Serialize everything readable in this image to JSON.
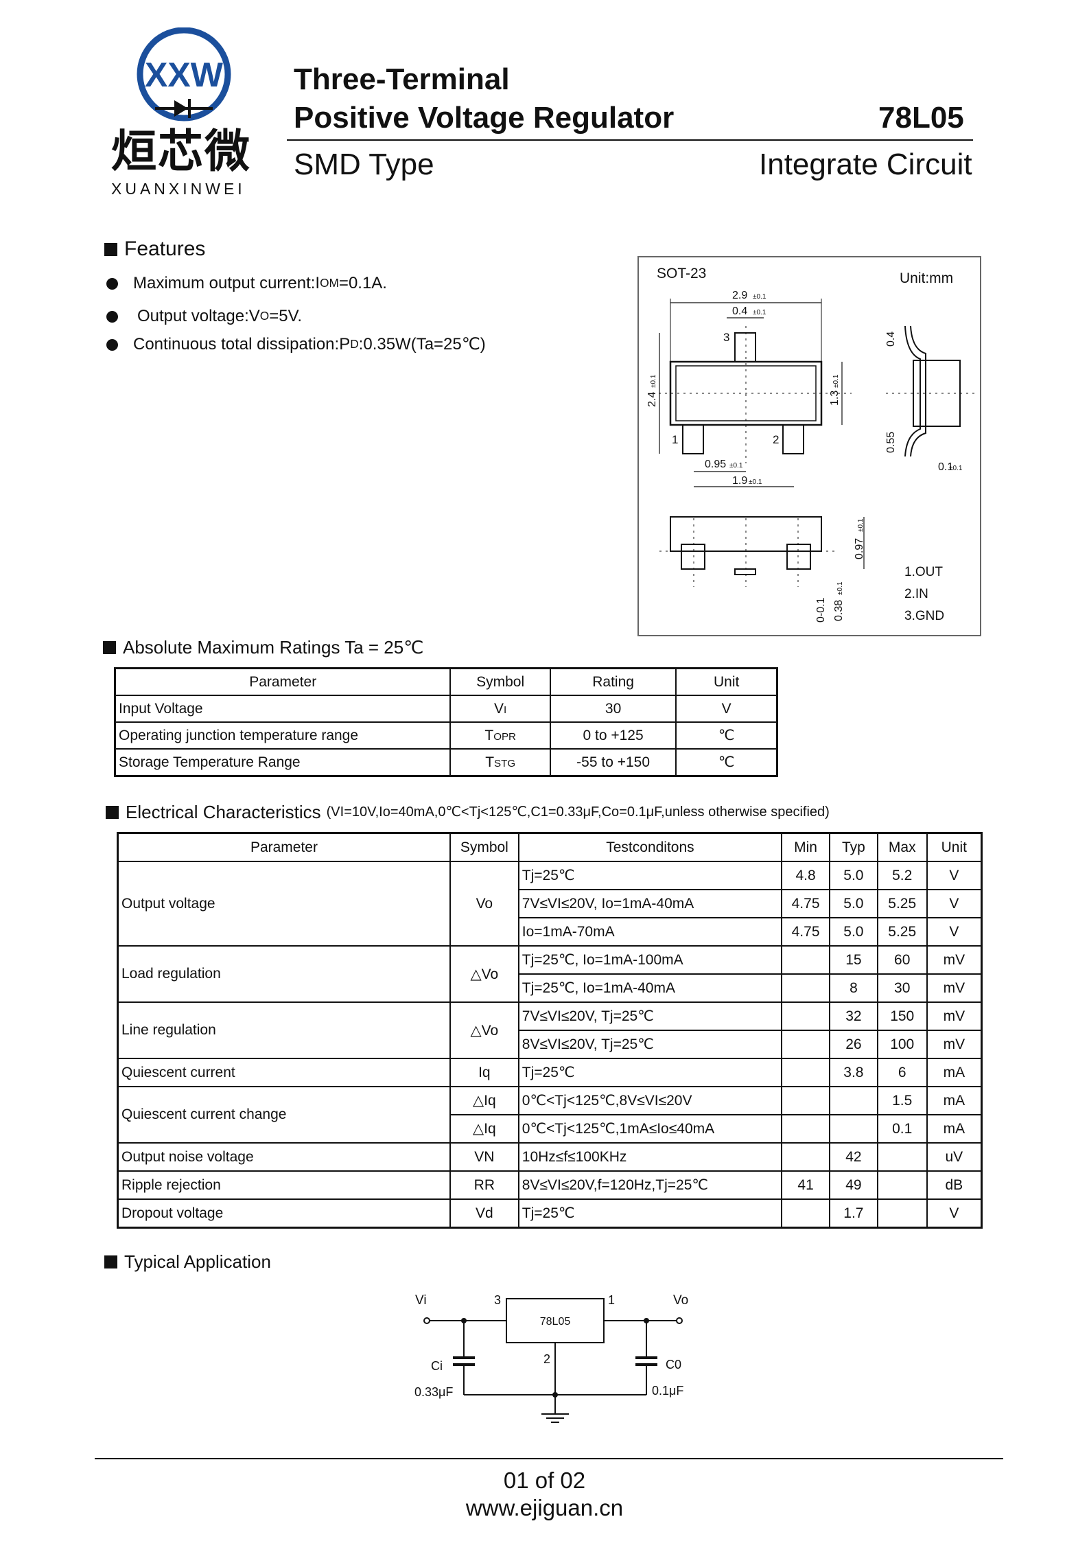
{
  "brand": {
    "logo_letters": "XXW",
    "chinese_name": "烜芯微",
    "english_name": "XUANXINWEI"
  },
  "header": {
    "title_line1": "Three-Terminal",
    "title_line2": "Positive Voltage Regulator",
    "part_number": "78L05",
    "type": "SMD Type",
    "category": "Integrate Circuit"
  },
  "features": {
    "title": "Features",
    "items": [
      {
        "pre": "Maximum output current:I",
        "sub": "OM",
        "post": "=0.1A."
      },
      {
        "pre": "Output voltage:V",
        "sub": "O",
        "post": "=5V."
      },
      {
        "pre": "Continuous total dissipation:P",
        "sub": "D",
        "post": ":0.35W(Ta=25℃)"
      }
    ]
  },
  "package": {
    "name": "SOT-23",
    "unit": "Unit:mm",
    "dims": {
      "w": "2.9",
      "w_tol": "±0.1",
      "lead": "0.4",
      "lead_tol": "±0.1",
      "h": "2.4",
      "h_tol": "±0.1",
      "body": "1.3",
      "body_tol": "±0.1",
      "pitch": "0.95",
      "pitch_tol": "±0.1",
      "span": "1.9",
      "span_tol": "±0.1",
      "top": "0.4",
      "bot": "0.55",
      "thick": "0.1",
      "thick_tol": "±0.1",
      "height": "0.97",
      "height_tol": "±0.1",
      "standoff": "0-0.1",
      "lead_t": "0.38",
      "lead_t_tol": "±0.1"
    },
    "pins": [
      "1",
      "2",
      "3"
    ],
    "pin_functions": [
      "1.OUT",
      "2.IN",
      "3.GND"
    ]
  },
  "abs_max": {
    "title": "Absolute Maximum Ratings Ta = 25℃",
    "headers": [
      "Parameter",
      "Symbol",
      "Rating",
      "Unit"
    ],
    "rows": [
      {
        "param": "Input Voltage",
        "sym_main": "V",
        "sym_sub": "I",
        "rating": "30",
        "unit": "V"
      },
      {
        "param": "Operating junction temperature range",
        "sym_main": "T",
        "sym_sub": "OPR",
        "rating": "0 to +125",
        "unit": "℃"
      },
      {
        "param": "Storage Temperature Range",
        "sym_main": "T",
        "sym_sub": "STG",
        "rating": "-55 to +150",
        "unit": "℃"
      }
    ]
  },
  "elec": {
    "title": "Electrical Characteristics",
    "conditions": "(VI=10V,Io=40mA,0℃<Tj<125℃,C1=0.33μF,Co=0.1μF,unless otherwise specified)",
    "headers": [
      "Parameter",
      "Symbol",
      "Testconditons",
      "Min",
      "Typ",
      "Max",
      "Unit"
    ],
    "params": {
      "output_voltage": "Output voltage",
      "load_reg": "Load regulation",
      "line_reg": "Line regulation",
      "quiescent": "Quiescent current",
      "quiescent_change": "Quiescent current change",
      "noise": "Output noise voltage",
      "ripple": "Ripple rejection",
      "dropout": "Dropout voltage"
    },
    "symbols": {
      "vo": "Vo",
      "dvo": "△Vo",
      "iq": "Iq",
      "diq": "△Iq",
      "vn": "VN",
      "rr": "RR",
      "vd": "Vd"
    },
    "rows": [
      {
        "cond": "Tj=25℃",
        "min": "4.8",
        "typ": "5.0",
        "max": "5.2",
        "unit": "V"
      },
      {
        "cond": "7V≤VI≤20V, Io=1mA-40mA",
        "min": "4.75",
        "typ": "5.0",
        "max": "5.25",
        "unit": "V"
      },
      {
        "cond": "Io=1mA-70mA",
        "min": "4.75",
        "typ": "5.0",
        "max": "5.25",
        "unit": "V"
      },
      {
        "cond": "Tj=25℃, Io=1mA-100mA",
        "min": "",
        "typ": "15",
        "max": "60",
        "unit": "mV"
      },
      {
        "cond": "Tj=25℃, Io=1mA-40mA",
        "min": "",
        "typ": "8",
        "max": "30",
        "unit": "mV"
      },
      {
        "cond": "7V≤VI≤20V, Tj=25℃",
        "min": "",
        "typ": "32",
        "max": "150",
        "unit": "mV"
      },
      {
        "cond": "8V≤VI≤20V, Tj=25℃",
        "min": "",
        "typ": "26",
        "max": "100",
        "unit": "mV"
      },
      {
        "cond": "Tj=25℃",
        "min": "",
        "typ": "3.8",
        "max": "6",
        "unit": "mA"
      },
      {
        "cond": "0℃<Tj<125℃,8V≤VI≤20V",
        "min": "",
        "typ": "",
        "max": "1.5",
        "unit": "mA"
      },
      {
        "cond": "0℃<Tj<125℃,1mA≤Io≤40mA",
        "min": "",
        "typ": "",
        "max": "0.1",
        "unit": "mA"
      },
      {
        "cond": "10Hz≤f≤100KHz",
        "min": "",
        "typ": "42",
        "max": "",
        "unit": "uV"
      },
      {
        "cond": "8V≤VI≤20V,f=120Hz,Tj=25℃",
        "min": "41",
        "typ": "49",
        "max": "",
        "unit": "dB"
      },
      {
        "cond": "Tj=25℃",
        "min": "",
        "typ": "1.7",
        "max": "",
        "unit": "V"
      }
    ]
  },
  "application": {
    "title": "Typical Application",
    "chip": "78L05",
    "vi": "Vi",
    "vo": "Vo",
    "pin_in": "3",
    "pin_out": "1",
    "pin_gnd": "2",
    "ci": "Ci",
    "ci_val": "0.33μF",
    "co": "C0",
    "co_val": "0.1μF"
  },
  "footer": {
    "page": "01 of 02",
    "url": "www.ejiguan.cn"
  }
}
